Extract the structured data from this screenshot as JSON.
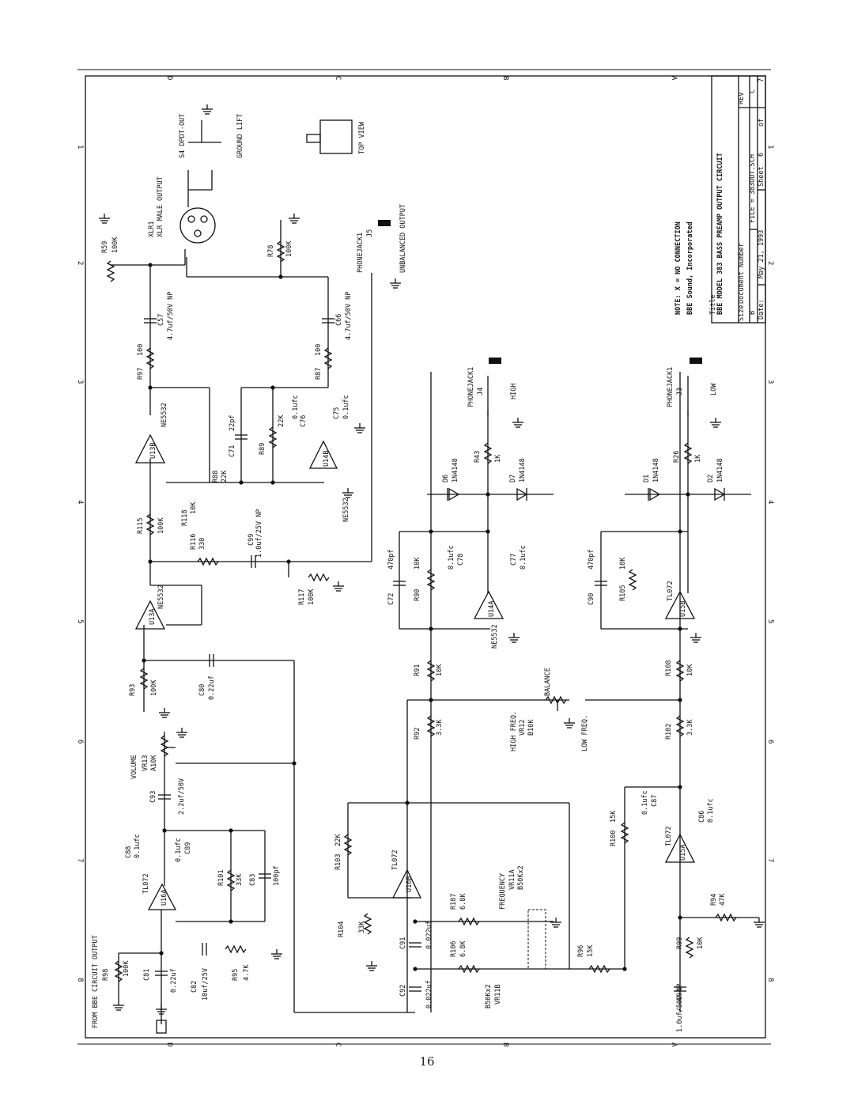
{
  "page_number": "16",
  "title_block": {
    "note": "NOTE: X = NO CONNECTION",
    "company": "BBE Sound, Incorporated",
    "title_label": "Title",
    "title": "BBE MODEL 383 BASS PREAMP OUTPUT CIRCUIT",
    "size_label": "Size",
    "size": "B",
    "doc_label": "Document Number",
    "file": "FILE = 383OUT.SCH",
    "rev_label": "REV",
    "rev": "C",
    "date_label": "Date:",
    "date": "May 21, 1993",
    "sheet_label": "Sheet",
    "sheet": "6",
    "of": "of",
    "of_total": "7"
  },
  "border": {
    "top": [
      "D",
      "C",
      "B",
      "A"
    ],
    "bottom": [
      "D",
      "C",
      "B",
      "A"
    ],
    "left": [
      "1",
      "2",
      "3",
      "4",
      "5",
      "6",
      "7",
      "8"
    ],
    "right": [
      "1",
      "2",
      "3",
      "4",
      "5",
      "6",
      "7",
      "8"
    ]
  },
  "labels": {
    "input": "FROM BBE CIRCUIT OUTPUT",
    "r98": "R98",
    "r98v": "100K",
    "c81": "C81",
    "c81v": "0.22uf",
    "c82": "C82",
    "c82v": "10uf/25V",
    "r95": "R95",
    "r95v": "4.7K",
    "c88": "C88",
    "c88v": "0.1ufc",
    "c89": "C89",
    "c89v": "0.1ufc",
    "r101": "R101",
    "r101v": "33K",
    "c83": "C83",
    "c83v": "100pf",
    "u16a": "U16A",
    "tl072a": "TL072",
    "c93": "C93",
    "c93v": "2.2uf/50V",
    "vr13": "VR13",
    "vr13v": "A10K",
    "volume": "VOLUME",
    "r93": "R93",
    "r93v": "100K",
    "c80": "C80",
    "c80v": "0.22uf",
    "u13a": "U13A",
    "ne5532a": "NE5532",
    "r115": "R115",
    "r115v": "100K",
    "r116": "R116",
    "r116v": "330",
    "r118": "R118",
    "r118v": "10K",
    "c99": "C99",
    "c99v": "1.0uf/25V NP",
    "r117": "R117",
    "r117v": "100K",
    "u13b": "U13B",
    "ne5532b": "NE5532",
    "r88": "R88",
    "r88v": "22K",
    "r89": "R89",
    "r89v": "22K",
    "c71": "C71",
    "c71v": "22pf",
    "c76": "C76",
    "c76v": "0.1ufc",
    "c75": "C75",
    "c75v": "0.1ufc",
    "u14b": "U14B",
    "ne5532c": "NE5532",
    "r97": "R97",
    "r97v": "100",
    "r87": "R87",
    "r87v": "100",
    "c57": "C57",
    "c57v": "4.7uf/50V NP",
    "c66": "C66",
    "c66v": "4.7uf/50V NP",
    "r59": "R59",
    "r59v": "100K",
    "r78": "R78",
    "r78v": "100K",
    "xlr1": "XLR1",
    "xlr1v": "XLR MALE OUTPUT",
    "s4": "S4 DPDT-OUT",
    "ground_lift": "GROUND LIFT",
    "top_view": "TOP VIEW",
    "j5": "J5",
    "phonejack": "PHONEJACK1",
    "unbalanced": "UNBALANCED OUTPUT",
    "r104": "R104",
    "r104v": "33K",
    "r103": "R103",
    "r103v": "22K",
    "u16b": "U16B",
    "tl072b": "TL072",
    "c91": "C91",
    "c91v": "0.022uf",
    "c92": "C92",
    "c92v": "0.022uf",
    "r107": "R107",
    "r107v": "6.8K",
    "r106": "R106",
    "r106v": "6.8K",
    "vr11a": "VR11A",
    "vr11v": "B50Kx2",
    "frequency": "FREQUENCY",
    "vr11b": "VR11B",
    "vr11bv": "B50Kx2",
    "r92": "R92",
    "r92v": "3.3K",
    "r91": "R91",
    "r91v": "10K",
    "vr12": "VR12",
    "vr12v": "B10K",
    "high_freq": "HIGH FREQ.",
    "low_freq": "LOW FREQ.",
    "balance": "BALANCE",
    "u14a": "U14A",
    "ne5532d": "NE5532",
    "r90": "R90",
    "r90v": "10K",
    "c72": "C72",
    "c72v": "470pf",
    "c78": "C78",
    "c78v": "0.1ufc",
    "c77": "C77",
    "c77v": "0.1ufc",
    "d6": "D6",
    "d7": "D7",
    "d1": "D1",
    "d2": "D2",
    "dv": "1N4148",
    "r43": "R43",
    "r43v": "1K",
    "j4": "J4",
    "high": "HIGH",
    "r96": "R96",
    "r96v": "15K",
    "r99": "R99",
    "r99v": "10K",
    "c94": "C94",
    "c94v": "1.0uf/50V NP",
    "r94": "R94",
    "r94v": "47K",
    "u15a": "U15A",
    "tl072c": "TL072",
    "r100": "R100",
    "r100v": "15K",
    "c87": "C87",
    "c87v": "0.1ufc",
    "c86": "C86",
    "c86v": "0.1ufc",
    "r102": "R102",
    "r102v": "3.3K",
    "r108": "R108",
    "r108v": "10K",
    "u15b": "U15B",
    "tl072d": "TL072",
    "r105": "R105",
    "r105v": "10K",
    "c90": "C90",
    "c90v": "470pf",
    "r26": "R26",
    "r26v": "1K",
    "j3": "J3",
    "low": "LOW"
  }
}
